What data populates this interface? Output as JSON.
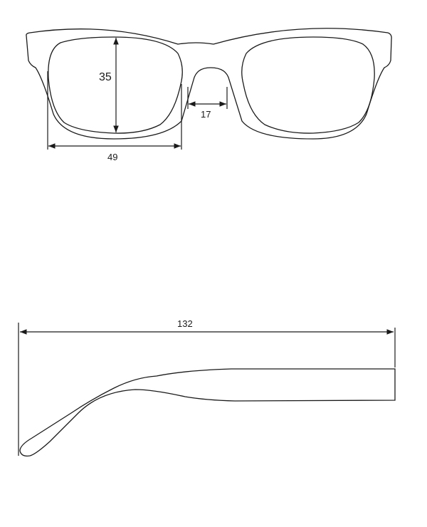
{
  "front_view": {
    "lens_height": "35",
    "lens_width": "49",
    "bridge_width": "17"
  },
  "side_view": {
    "temple_length": "132"
  },
  "colors": {
    "line": "#1a1a1a",
    "background": "#ffffff"
  }
}
